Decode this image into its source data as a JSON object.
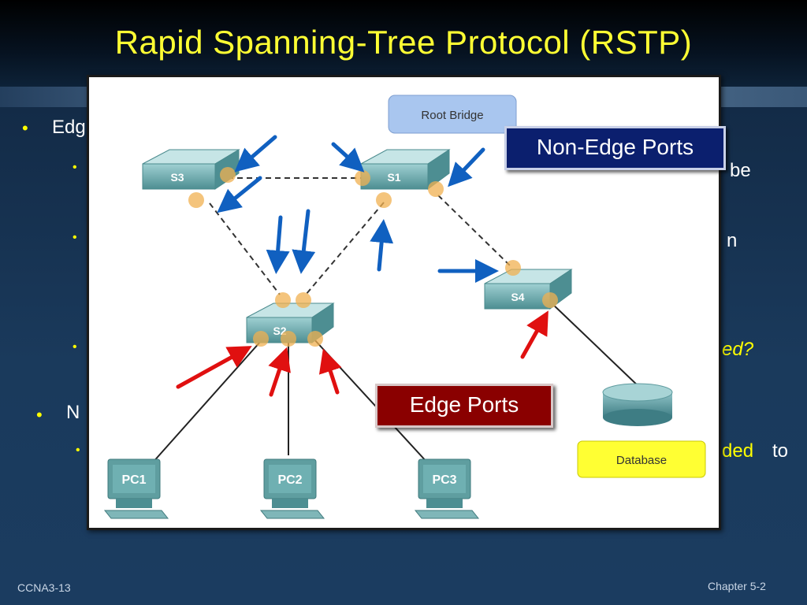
{
  "title": "Rapid Spanning-Tree Protocol (RSTP)",
  "bullets": {
    "edge_partial": "Edg",
    "sub1_tail": "be",
    "sub2_tail": "n",
    "sub3_tail": "ed?",
    "non_partial": "N",
    "sub4_tail_yellow": "ded",
    "sub4_tail_white": "to"
  },
  "diagram": {
    "root_bridge_label": "Root Bridge",
    "database_label": "Database",
    "switches": [
      "S3",
      "S1",
      "S2",
      "S4"
    ],
    "pcs": [
      "PC1",
      "PC2",
      "PC3"
    ],
    "colors": {
      "switch": "#5f9ea0",
      "port": "#f0b050",
      "non_edge_arrow": "#1060c0",
      "edge_arrow": "#e01010",
      "root_bridge_bg": "#a9c6ef",
      "database_bg": "#ffff33"
    }
  },
  "callouts": {
    "non_edge": "Non-Edge Ports",
    "edge": "Edge Ports"
  },
  "footer": {
    "left": "CCNA3-13",
    "right": "Chapter 5-2"
  }
}
